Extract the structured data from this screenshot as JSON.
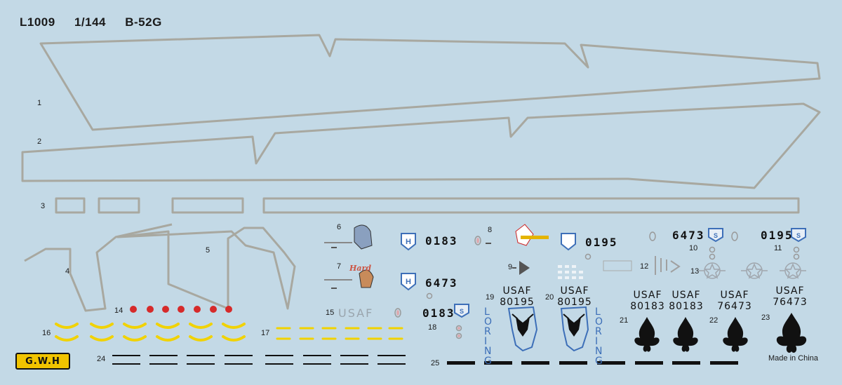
{
  "sheet": {
    "code": "L1009",
    "scale": "1/144",
    "model": "B-52G",
    "made_in": "Made in China",
    "logo_text": "G.W.H"
  },
  "decal_numbers": [
    "1",
    "2",
    "3",
    "4",
    "5",
    "6",
    "7",
    "8",
    "9",
    "10",
    "11",
    "12",
    "13",
    "14",
    "15",
    "16",
    "17",
    "18",
    "19",
    "20",
    "21",
    "22",
    "23",
    "24",
    "25"
  ],
  "serials": {
    "s0183_a": "0183",
    "s0183_b": "0183",
    "s6473_a": "6473",
    "s6473_b": "6473",
    "s0195_a": "0195",
    "s0195_b": "0195"
  },
  "usaf_labels": {
    "grey": "USAF",
    "u19": [
      "USAF",
      "80195"
    ],
    "u20": [
      "USAF",
      "80195"
    ],
    "u21a": [
      "USAF",
      "80183"
    ],
    "u21b": [
      "USAF",
      "80183"
    ],
    "u22": [
      "USAF",
      "76473"
    ],
    "u23": [
      "USAF",
      "76473"
    ]
  },
  "loring": "LORING",
  "icons": [
    "wing-walkway-outline",
    "squadron-shield-icon",
    "fleur-de-lis-icon",
    "moose-head-icon",
    "national-insignia-icon",
    "nose-art-figure-icon",
    "yellow-stripe",
    "black-stripe"
  ],
  "colors": {
    "background": "#c3d9e6",
    "outline": "#a8a8a0",
    "insignia_blue": "#3d6fb8",
    "yellow": "#f1d200",
    "red": "#d62a2a",
    "black": "#111111"
  }
}
